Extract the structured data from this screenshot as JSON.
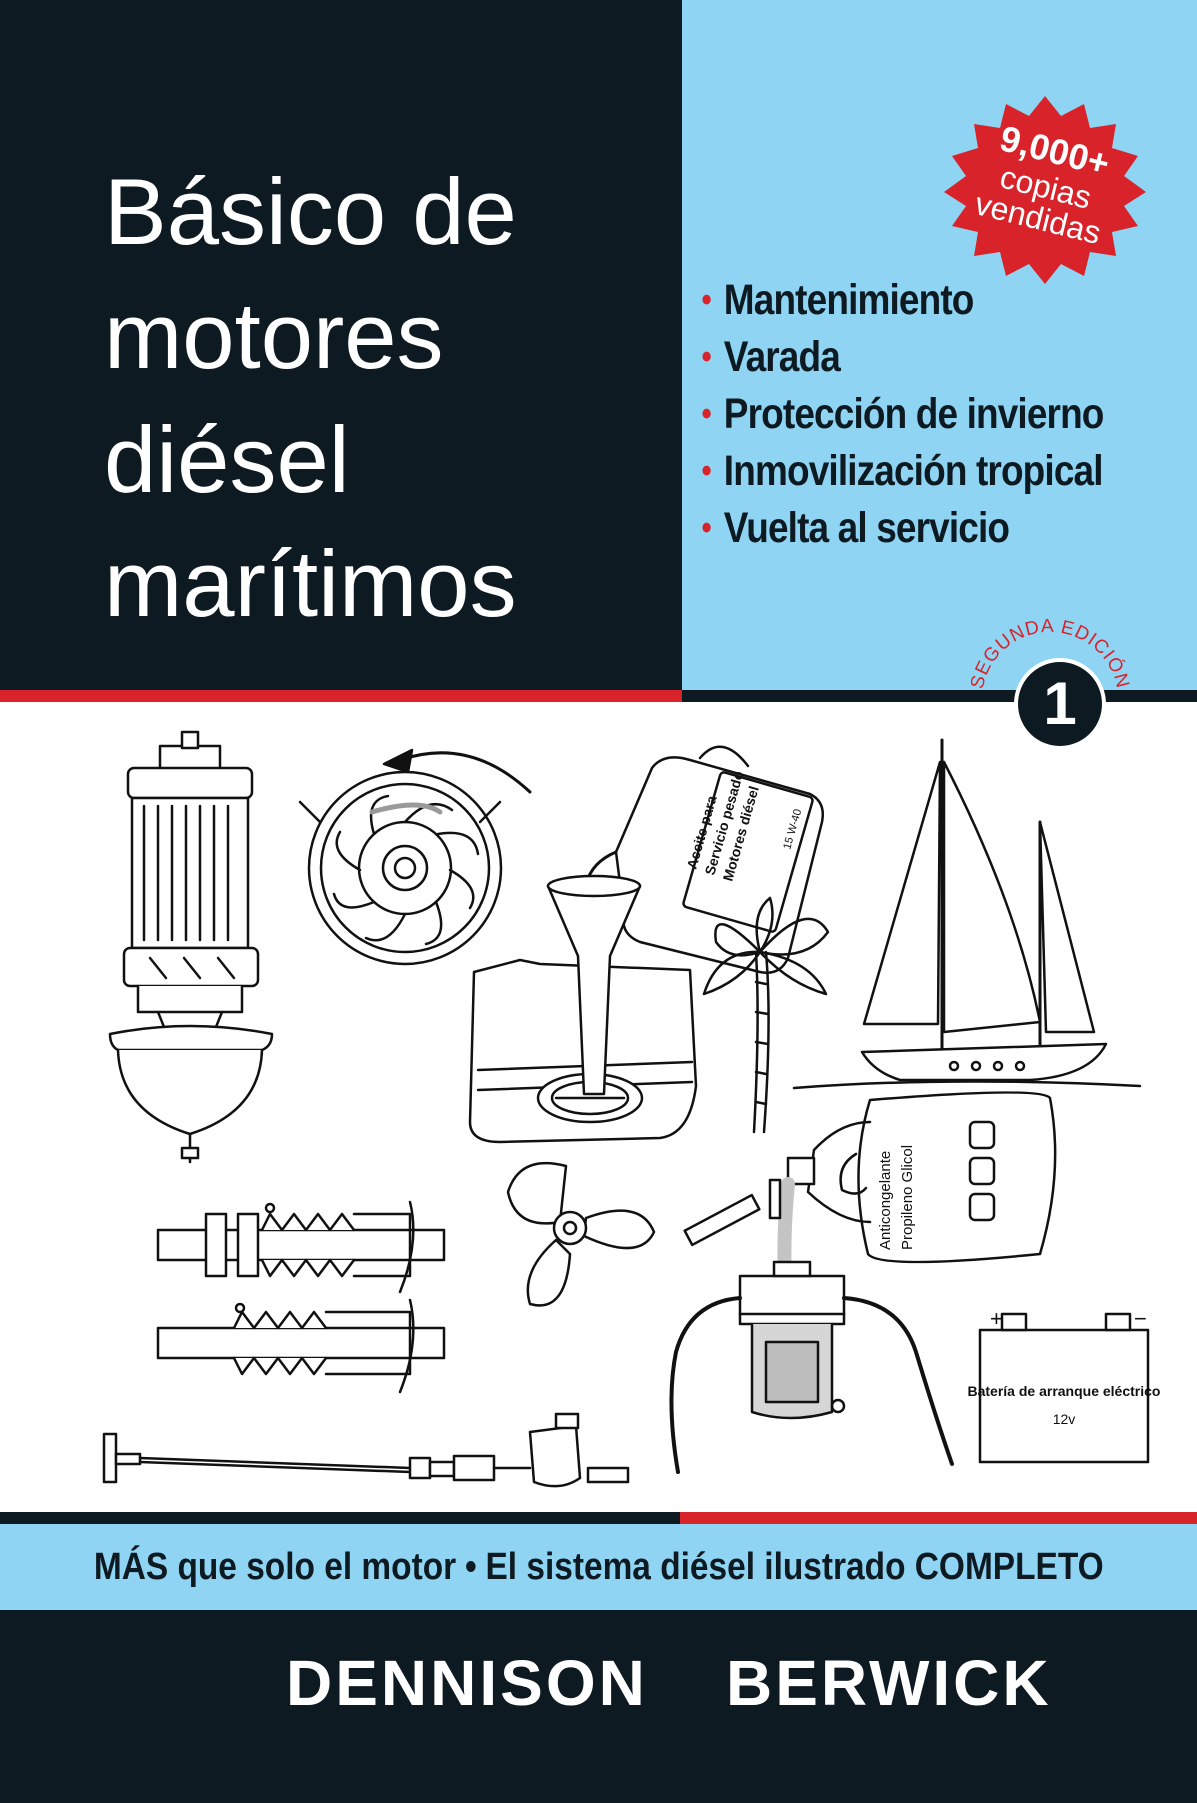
{
  "cover": {
    "title_lines": [
      "Básico de",
      "motores",
      "diésel",
      "marítimos"
    ],
    "features": [
      "Mantenimiento",
      "Varada",
      "Protección de invierno",
      "Inmovilización tropical",
      "Vuelta al servicio"
    ],
    "badge": {
      "line1": "9,000+",
      "line2": "copias",
      "line3": "vendidas"
    },
    "edition": {
      "label": "SEGUNDA EDICIÓN",
      "number": "1"
    },
    "illustration_labels": {
      "oil_can_line1": "Aceite para",
      "oil_can_line2": "Servicio pesado",
      "oil_can_line3": "Motores diésel",
      "oil_grade": "15 W-40",
      "antifreeze_line1": "Anticongelante",
      "antifreeze_line2": "Propileno Glicol",
      "battery_label": "Batería de arranque eléctrico",
      "battery_voltage": "12v"
    },
    "tagline": {
      "part1": "MÁS que solo el motor",
      "separator": "•",
      "part2": "El sistema diésel ilustrado COMPLETO"
    },
    "author": {
      "first": "DENNISON",
      "last": "BERWICK"
    },
    "colors": {
      "navy": "#0e1a22",
      "sky_blue": "#8fd5f3",
      "red": "#d8232a",
      "white": "#ffffff"
    },
    "icons": [
      "fuel-filter-icon",
      "water-pump-impeller-icon",
      "funnel-icon",
      "oil-can-icon",
      "palm-tree-icon",
      "sailboat-icon",
      "shaft-seal-icon",
      "propeller-icon",
      "antifreeze-jug-icon",
      "strainer-icon",
      "battery-icon",
      "control-cable-icon"
    ]
  }
}
